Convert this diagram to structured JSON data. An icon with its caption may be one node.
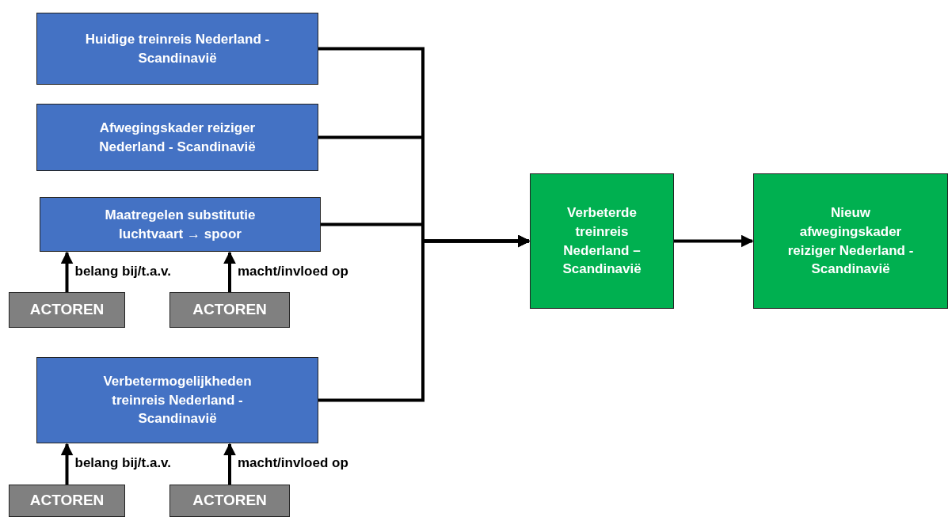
{
  "diagram": {
    "nodes": [
      {
        "text": [
          "Huidige treinreis Nederland - Scandinavië"
        ]
      },
      {
        "text": [
          "Afwegingskader reiziger Nederland - Scandinavië"
        ]
      },
      {
        "text": [
          "Maatregelen substitutie luchtvaart → spoor"
        ]
      },
      {
        "text": [
          "ACTOREN"
        ]
      },
      {
        "text": [
          "ACTOREN"
        ]
      },
      {
        "text": [
          "Verbetermogelijkheden treinreis Nederland - Scandinavië"
        ]
      },
      {
        "text": [
          "ACTOREN"
        ]
      },
      {
        "text": [
          "ACTOREN"
        ]
      },
      {
        "text": [
          "Verbeterde treinreis Nederland – Scandinavië"
        ]
      },
      {
        "text": [
          "Nieuw afwegingskader reiziger Nederland - Scandinavië"
        ]
      }
    ],
    "edges": [
      {
        "from": 0,
        "to": 8,
        "arrow": "to"
      },
      {
        "from": 1,
        "to": 8,
        "arrow": "to"
      },
      {
        "from": 2,
        "to": 8,
        "arrow": "to"
      },
      {
        "from": 5,
        "to": 8,
        "arrow": "to"
      },
      {
        "from": 3,
        "to": 2,
        "arrow": "to",
        "label": "belang bij/t.a.v."
      },
      {
        "from": 4,
        "to": 2,
        "arrow": "to",
        "label": "macht/invloed op"
      },
      {
        "from": 6,
        "to": 5,
        "arrow": "to",
        "label": "belang bij/t.a.v."
      },
      {
        "from": 7,
        "to": 5,
        "arrow": "to",
        "label": "macht/invloed op"
      },
      {
        "from": 8,
        "to": 9,
        "arrow": "to"
      }
    ]
  }
}
